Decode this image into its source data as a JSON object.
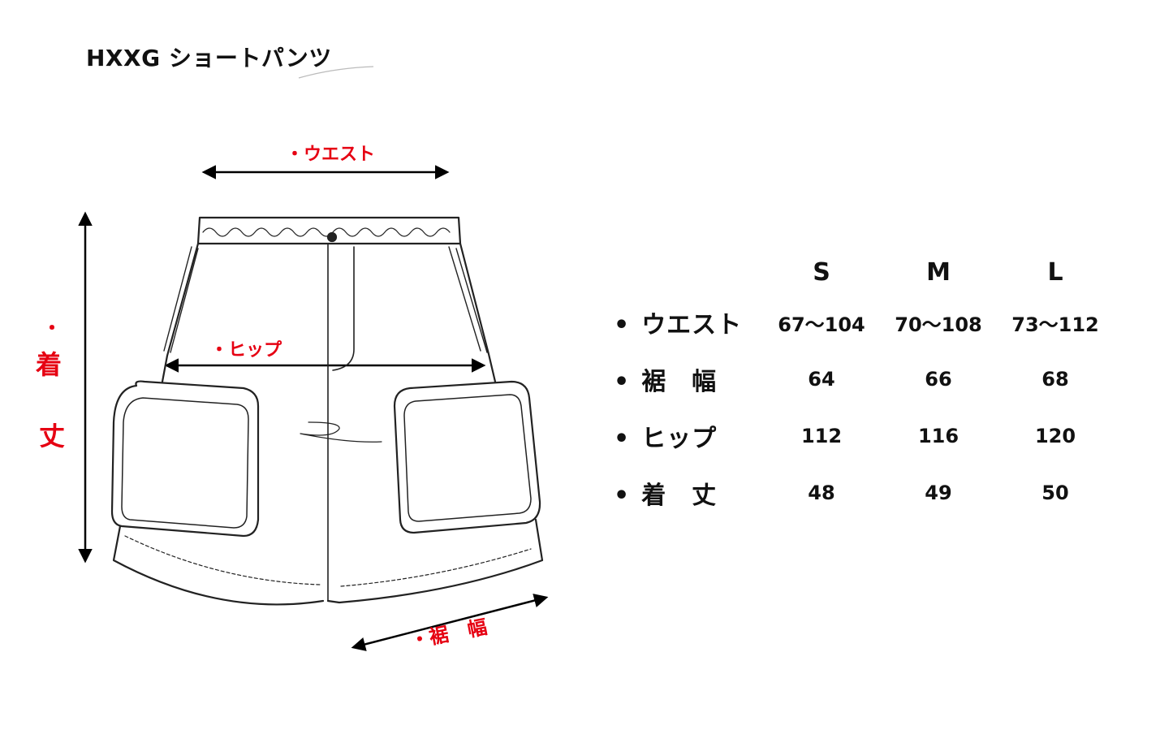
{
  "title": "HXXG ショートパンツ",
  "diagram": {
    "labels": {
      "waist": "・ウエスト",
      "hip": "・ヒップ",
      "length_dot": "・",
      "length_char1": "着",
      "length_char2": "丈",
      "hem": "・裾　幅"
    },
    "accent_color": "#e60012"
  },
  "size_table": {
    "columns": [
      "S",
      "M",
      "L"
    ],
    "rows": [
      {
        "bullet": "•",
        "label": "ウエスト",
        "values": [
          "67～104",
          "70～108",
          "73～112"
        ]
      },
      {
        "bullet": "•",
        "label": "裾　幅",
        "values": [
          "64",
          "66",
          "68"
        ]
      },
      {
        "bullet": "•",
        "label": "ヒップ",
        "values": [
          "112",
          "116",
          "120"
        ]
      },
      {
        "bullet": "•",
        "label": "着　丈",
        "values": [
          "48",
          "49",
          "50"
        ]
      }
    ]
  }
}
